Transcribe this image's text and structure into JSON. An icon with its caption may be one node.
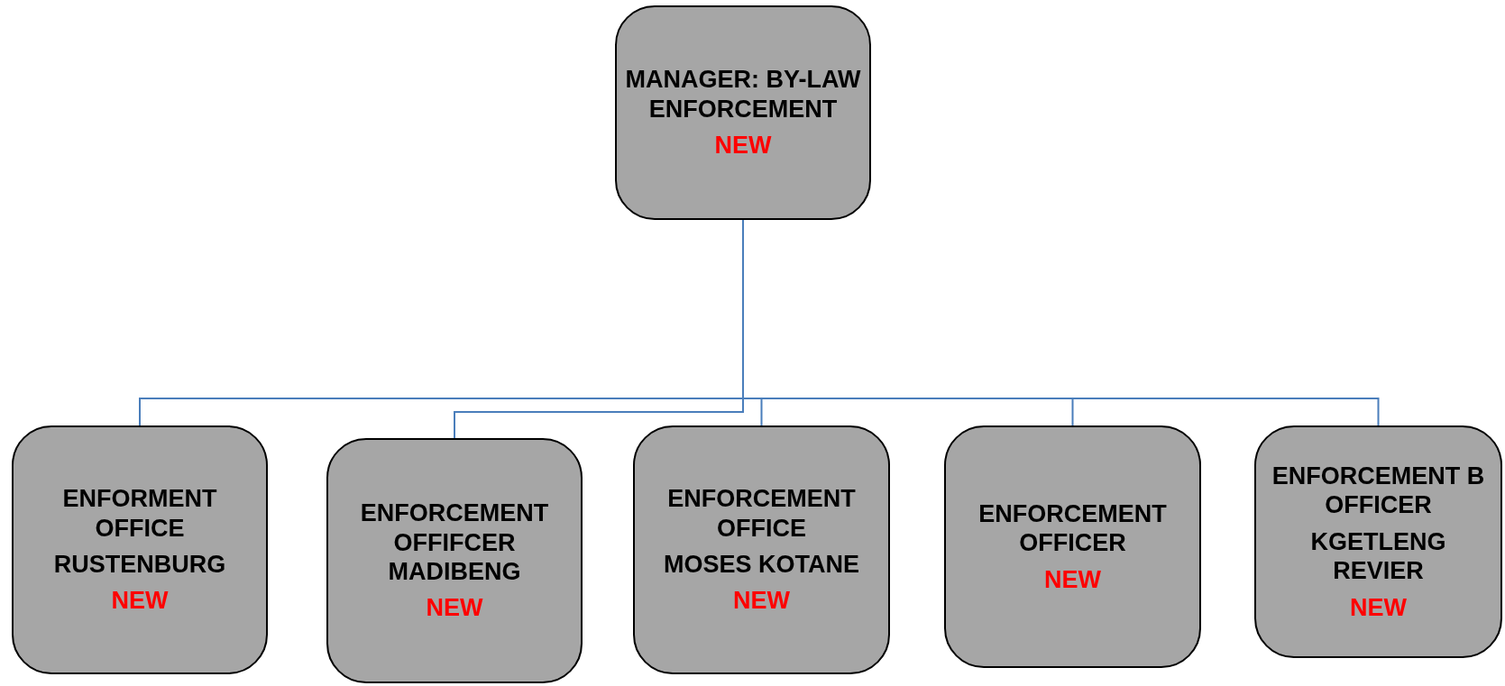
{
  "diagram": {
    "nodes": [
      {
        "text": [
          "MANAGER: BY-LAW ENFORCEMENT",
          "NEW"
        ]
      },
      {
        "text": [
          "ENFORMENT OFFICE",
          "RUSTENBURG",
          "NEW"
        ]
      },
      {
        "text": [
          "ENFORCEMENT OFFIFCER MADIBENG",
          "NEW"
        ]
      },
      {
        "text": [
          "ENFORCEMENT OFFICE",
          "MOSES KOTANE",
          "NEW"
        ]
      },
      {
        "text": [
          "ENFORCEMENT OFFICER",
          "NEW"
        ]
      },
      {
        "text": [
          "ENFORCEMENT B OFFICER",
          "KGETLENG REVIER",
          "NEW"
        ]
      }
    ],
    "edges": [
      {
        "from": 0,
        "to": 1,
        "arrow": "none"
      },
      {
        "from": 0,
        "to": 2,
        "arrow": "none"
      },
      {
        "from": 0,
        "to": 3,
        "arrow": "none"
      },
      {
        "from": 0,
        "to": 4,
        "arrow": "none"
      },
      {
        "from": 0,
        "to": 5,
        "arrow": "none"
      }
    ]
  }
}
